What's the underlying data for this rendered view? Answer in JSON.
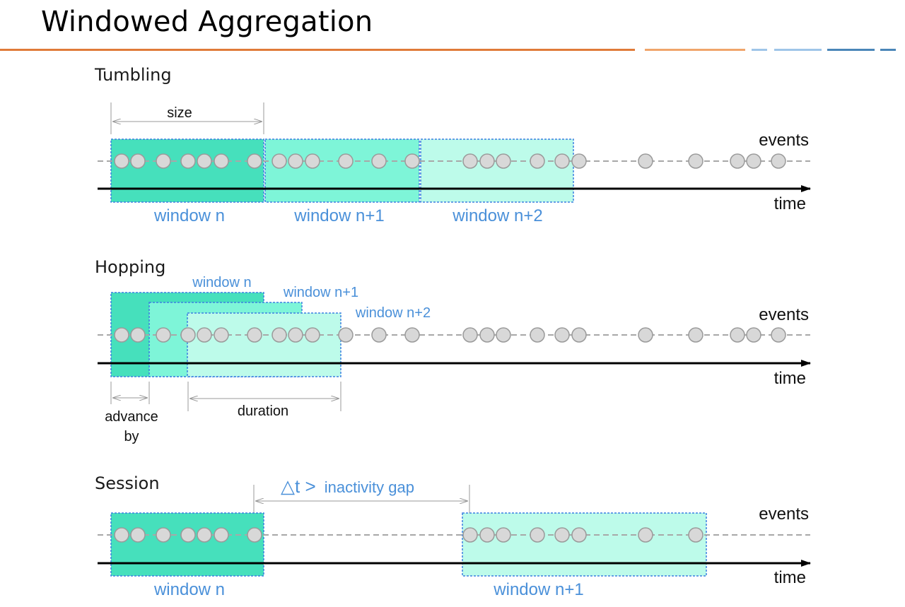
{
  "title": "Windowed Aggregation",
  "colors": {
    "accent_orange": "#e07b39",
    "accent_orange_light": "#f0a56b",
    "accent_blue_light": "#9fc5e8",
    "accent_blue": "#4a86b8",
    "window_dark": "#46e0bc",
    "window_mid": "#7ef5d8",
    "window_light": "#bdfbea",
    "window_border": "#3b7fe0",
    "label_blue": "#4a90d9",
    "event_fill": "#d8d8d8",
    "event_stroke": "#9a9a9a"
  },
  "tumbling": {
    "title": "Tumbling",
    "size_label": "size",
    "events_label": "events",
    "time_label": "time",
    "windows": [
      "window n",
      "window n+1",
      "window n+2"
    ]
  },
  "hopping": {
    "title": "Hopping",
    "events_label": "events",
    "time_label": "time",
    "windows": [
      "window n",
      "window n+1",
      "window n+2"
    ],
    "advance_label_1": "advance",
    "advance_label_2": "by",
    "duration_label": "duration"
  },
  "session": {
    "title": "Session",
    "gap_symbol": "△t >",
    "gap_text": "inactivity gap",
    "events_label": "events",
    "time_label": "time",
    "windows": [
      "window n",
      "window n+1"
    ]
  }
}
